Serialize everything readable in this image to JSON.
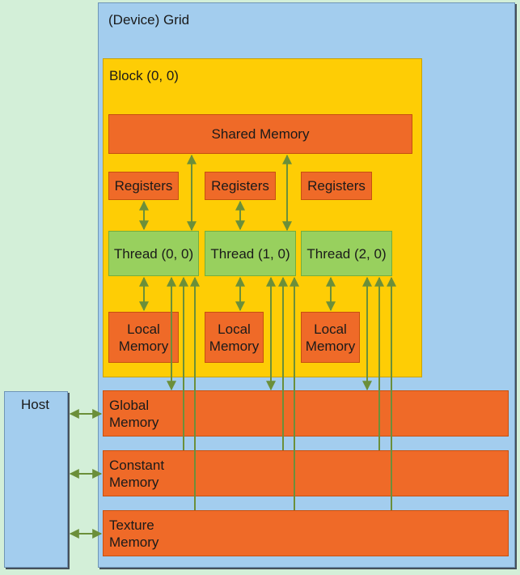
{
  "grid": {
    "label": "(Device) Grid"
  },
  "block": {
    "label": "Block (0, 0)"
  },
  "shared_memory": {
    "label": "Shared Memory"
  },
  "registers": [
    {
      "label": "Registers"
    },
    {
      "label": "Registers"
    },
    {
      "label": "Registers"
    }
  ],
  "threads": [
    {
      "label": "Thread (0, 0)"
    },
    {
      "label": "Thread (1, 0)"
    },
    {
      "label": "Thread (2, 0)"
    }
  ],
  "local_memory": [
    {
      "label": "Local\nMemory"
    },
    {
      "label": "Local\nMemory"
    },
    {
      "label": "Local\nMemory"
    }
  ],
  "global_memory": {
    "label": "Global\nMemory"
  },
  "constant_memory": {
    "label": "Constant\nMemory"
  },
  "texture_memory": {
    "label": "Texture\nMemory"
  },
  "host": {
    "label": "Host"
  },
  "colors": {
    "background": "#d3efd8",
    "grid": "#a3cdee",
    "block": "#fecd05",
    "memory": "#ef6a28",
    "thread": "#98d05e",
    "arrow": "#6b8f3a"
  }
}
